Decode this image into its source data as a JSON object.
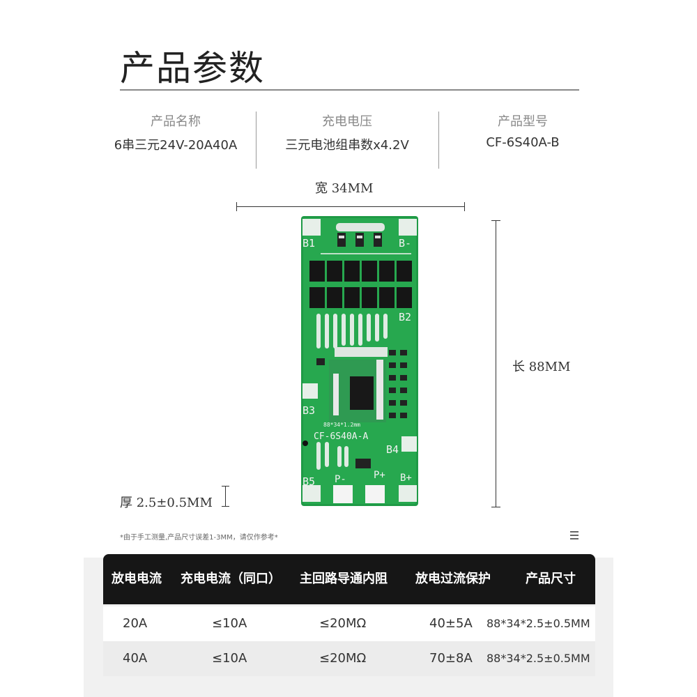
{
  "title": "产品参数",
  "specs": [
    {
      "label": "产品名称",
      "value": "6串三元24V-20A40A"
    },
    {
      "label": "充电电压",
      "value": "三元电池组串数x4.2V"
    },
    {
      "label": "产品型号",
      "value": "CF-6S40A-B"
    }
  ],
  "dimensions": {
    "width": "宽 34MM",
    "length": "长 88MM",
    "thickness": "厚 2.5±0.5MM"
  },
  "board": {
    "label_b1": "B1",
    "label_bminus": "B-",
    "label_b2": "B2",
    "label_b3": "B3",
    "label_b4": "B4",
    "label_b5": "B5",
    "label_pminus": "P-",
    "label_pplus": "P+",
    "label_bplus": "B+",
    "size_text": "88*34*1.2mm",
    "model_text": "CF-6S40A-A"
  },
  "note": "*由于手工测量,产品尺寸误差1-3MM，请仅作参考*",
  "table": {
    "headers": [
      "放电电流",
      "充电电流（同口）",
      "主回路导通内阻",
      "放电过流保护",
      "产品尺寸"
    ],
    "rows": [
      [
        "20A",
        "≤10A",
        "≤20MΩ",
        "40±5A",
        "88*34*2.5±0.5MM"
      ],
      [
        "40A",
        "≤10A",
        "≤20MΩ",
        "70±8A",
        "88*34*2.5±0.5MM"
      ]
    ]
  }
}
